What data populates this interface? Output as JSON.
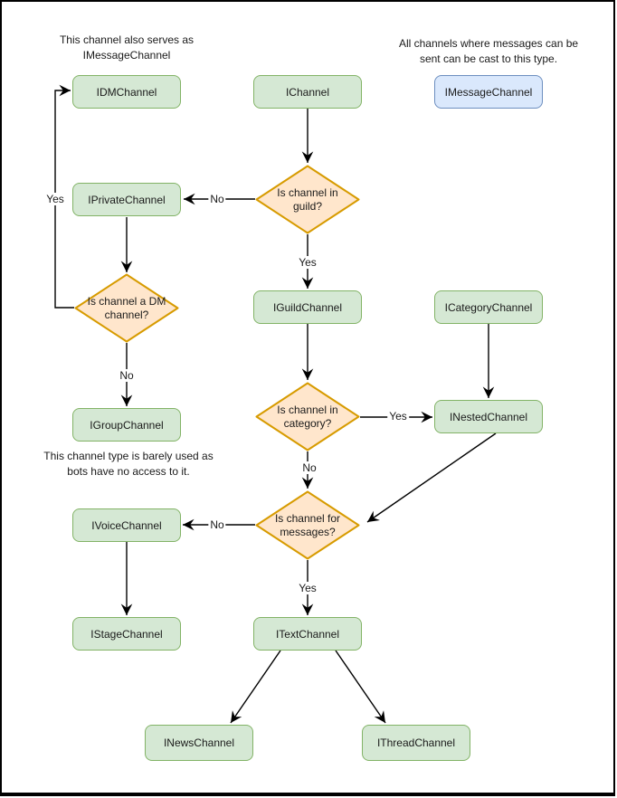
{
  "diagram": {
    "notes": {
      "dm_serves": "This channel also serves as IMessageChannel",
      "message_cast": "All channels where messages can be sent can be cast to this type.",
      "group_unused": "This channel type is barely used as bots have no access to it."
    },
    "nodes": {
      "idm": {
        "label": "IDMChannel"
      },
      "ichannel": {
        "label": "IChannel"
      },
      "imessage": {
        "label": "IMessageChannel"
      },
      "iprivate": {
        "label": "IPrivateChannel"
      },
      "iguild": {
        "label": "IGuildChannel"
      },
      "icategory": {
        "label": "ICategoryChannel"
      },
      "igroup": {
        "label": "IGroupChannel"
      },
      "inested": {
        "label": "INestedChannel"
      },
      "ivoice": {
        "label": "IVoiceChannel"
      },
      "istage": {
        "label": "IStageChannel"
      },
      "itext": {
        "label": "ITextChannel"
      },
      "inews": {
        "label": "INewsChannel"
      },
      "ithread": {
        "label": "IThreadChannel"
      }
    },
    "decisions": {
      "guild": {
        "label": "Is channel in guild?"
      },
      "dm": {
        "label": "Is channel a DM channel?"
      },
      "category": {
        "label": "Is channel in category?"
      },
      "messages": {
        "label": "Is channel for messages?"
      }
    },
    "edge_labels": {
      "guild_no": "No",
      "guild_yes": "Yes",
      "dm_yes": "Yes",
      "dm_no": "No",
      "category_yes": "Yes",
      "category_no": "No",
      "messages_no": "No",
      "messages_yes": "Yes"
    },
    "colors": {
      "node_fill": "#d5e8d4",
      "node_border": "#82b366",
      "decision_fill": "#ffe6cc",
      "decision_border": "#d79b00",
      "highlight_fill": "#dae8fc",
      "highlight_border": "#6c8ebf",
      "arrow": "#000000",
      "text": "#1a1a1a"
    }
  }
}
